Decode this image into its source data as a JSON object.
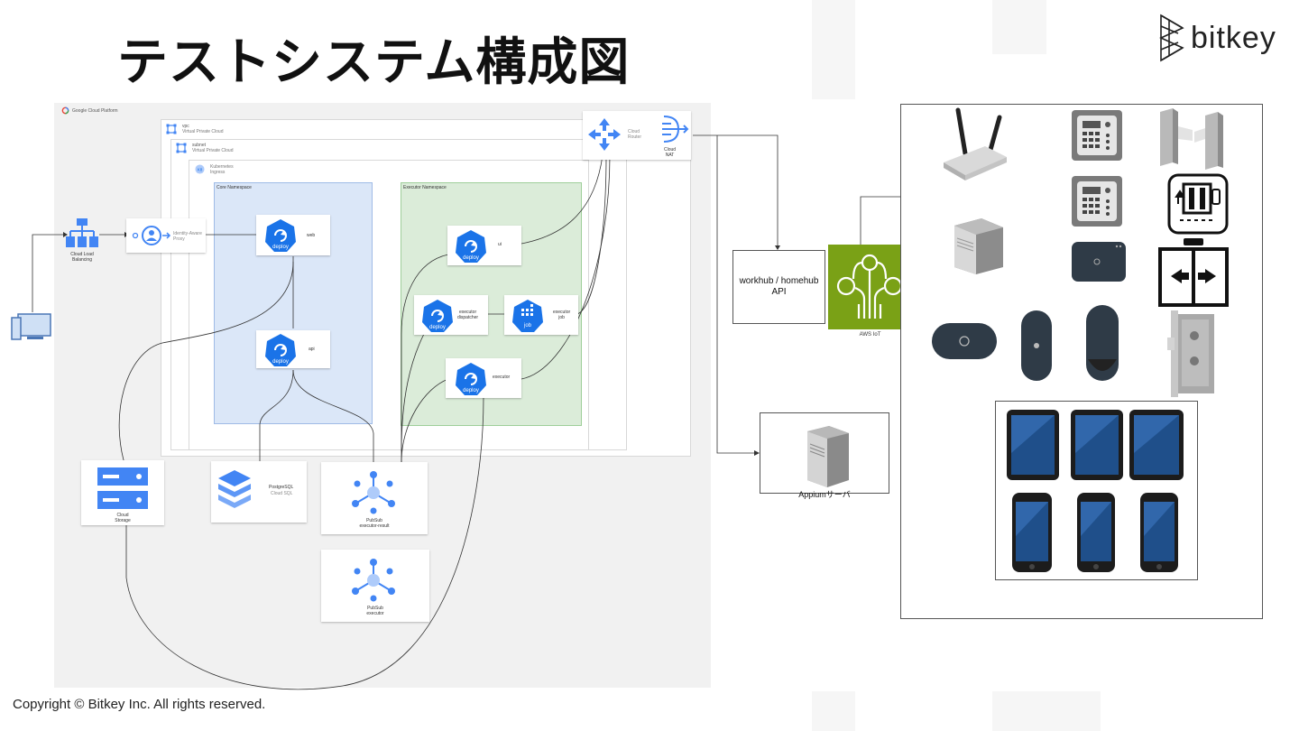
{
  "title": "テストシステム構成図",
  "logo": {
    "text": "bitkey"
  },
  "copyright": "Copyright © Bitkey Inc. All rights reserved.",
  "gcp": {
    "platform_label": "Google Cloud Platform",
    "vpc": {
      "title": "vpc",
      "subtitle": "Virtual Private Cloud"
    },
    "subnet": {
      "title": "subnet",
      "subtitle": "Virtual Private Cloud"
    },
    "kubernetes": {
      "title": "Kubernetes",
      "subtitle": "Ingress"
    },
    "cloud_router": "Cloud\nRouter",
    "cloud_nat": "Cloud\nNAT",
    "load_balancer": "Cloud Load\nBalancing",
    "iap": "Identity-Aware\nProxy",
    "core_namespace": {
      "label": "Core Namespace",
      "web": {
        "icon": "deploy",
        "label": "web"
      },
      "api": {
        "icon": "deploy",
        "label": "api"
      }
    },
    "executor_namespace": {
      "label": "Executor Namespace",
      "ui": {
        "icon": "deploy",
        "label": "ui"
      },
      "dispatcher": {
        "icon": "deploy",
        "label": "executor\ndispatcher"
      },
      "job": {
        "icon": "job",
        "label": "executor\njob"
      },
      "executor": {
        "icon": "deploy",
        "label": "executor"
      }
    },
    "cloud_storage": "Cloud\nStorage",
    "postgres": {
      "title": "PostgreSQL",
      "subtitle": "Cloud SQL"
    },
    "pubsub_result": "PubSub\nexecutor-result",
    "pubsub_executor": "PubSub\nexecutor"
  },
  "api_box": "workhub / homehub\nAPI",
  "aws_iot": "AWS IoT",
  "appium": "Appiumサーバ",
  "colors": {
    "gcp_blue": "#4285f4",
    "core_bg": "#dbe7f8",
    "exec_bg": "#dbecd9",
    "aws_green": "#7aa116"
  }
}
